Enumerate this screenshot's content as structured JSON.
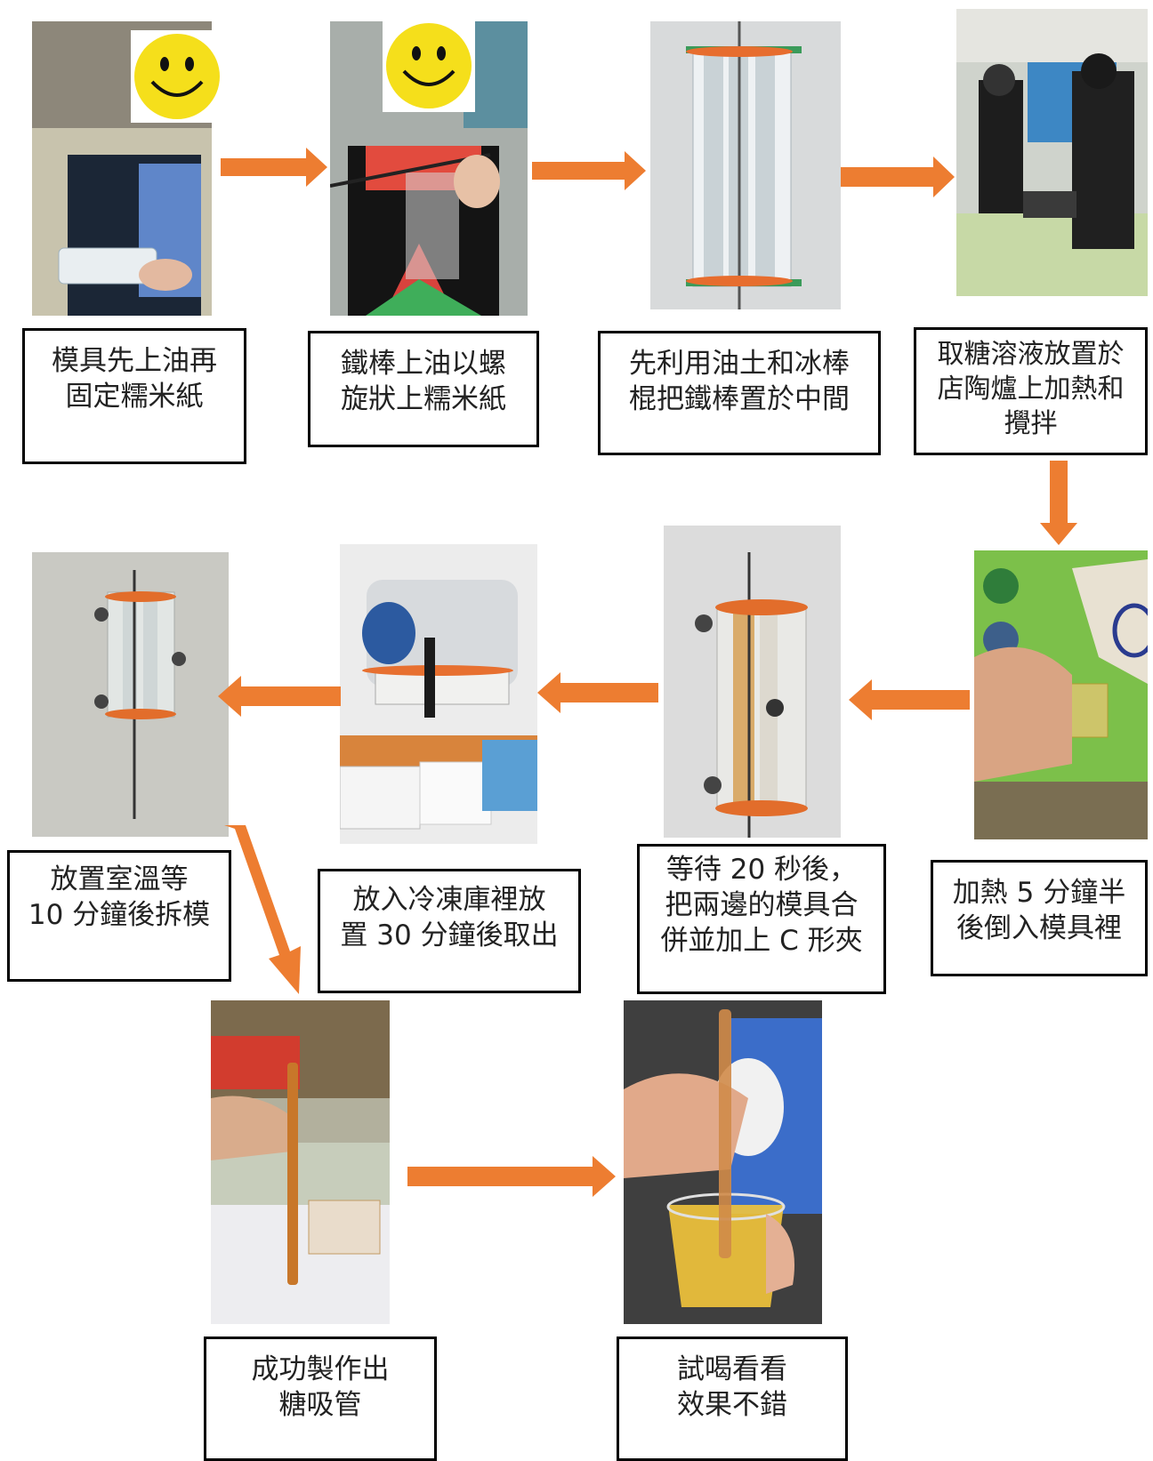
{
  "steps": [
    {
      "id": 1,
      "text": "模具先上油再\n固定糯米紙"
    },
    {
      "id": 2,
      "text": "鐵棒上油以螺\n旋狀上糯米紙"
    },
    {
      "id": 3,
      "text": "先利用油土和冰棒\n棍把鐵棒置於中間"
    },
    {
      "id": 4,
      "text": "取糖溶液放置於\n店陶爐上加熱和\n攪拌"
    },
    {
      "id": 5,
      "text": "加熱 5 分鐘半\n後倒入模具裡"
    },
    {
      "id": 6,
      "text": "等待 20 秒後，\n把兩邊的模具合\n併並加上 C 形夾"
    },
    {
      "id": 7,
      "text": "放入冷凍庫裡放\n置 30 分鐘後取出"
    },
    {
      "id": 8,
      "text": "放置室溫等\n10 分鐘後拆模"
    },
    {
      "id": 9,
      "text": "成功製作出\n糖吸管"
    },
    {
      "id": 10,
      "text": "試喝看看\n效果不錯"
    }
  ],
  "colors": {
    "arrow": "#ed7d31",
    "border": "#000000",
    "text": "#222222"
  },
  "icons": {
    "face": "smiley-face-icon",
    "arrow": "orange-block-arrow-icon"
  }
}
